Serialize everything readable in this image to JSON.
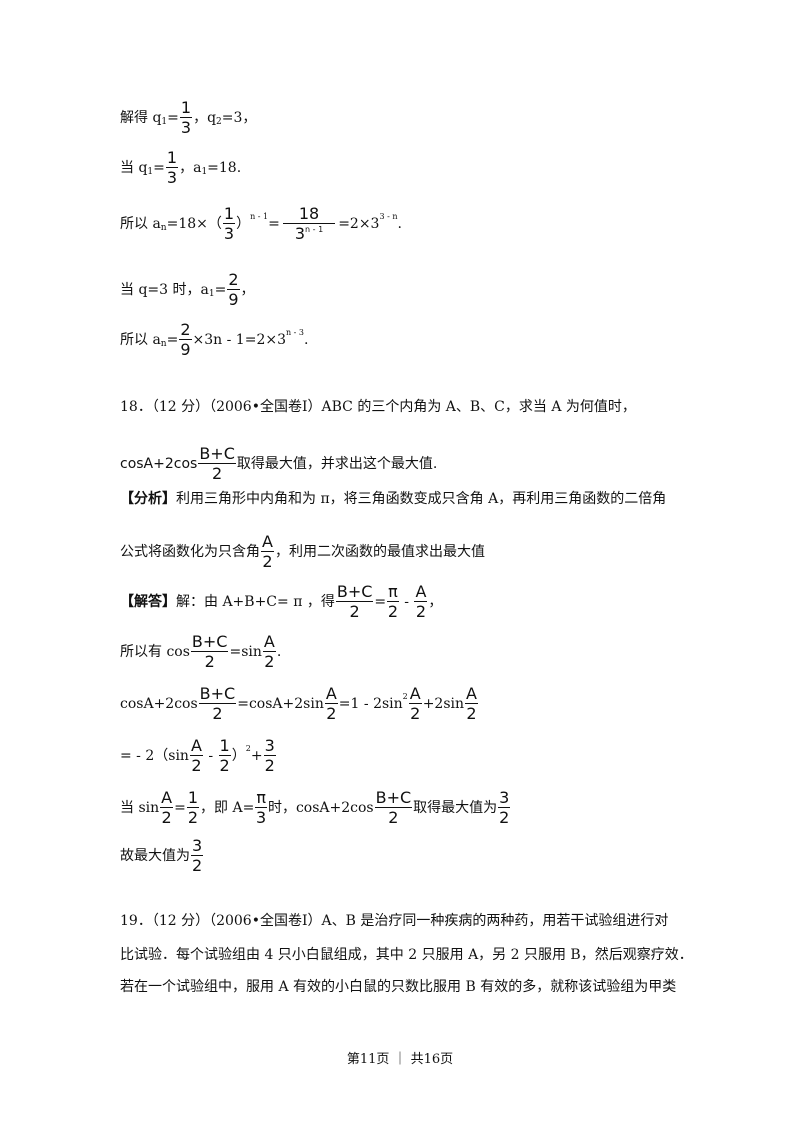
{
  "l1": {
    "a": "解得 q",
    "s1": "1",
    "eq": "=",
    "fn": "1",
    "fd": "3",
    "b": "，q",
    "s2": "2",
    "c": "=3，"
  },
  "l2": {
    "a": "当 q",
    "s1": "1",
    "eq": "=",
    "fn": "1",
    "fd": "3",
    "b": "，a",
    "s2": "1",
    "c": "=18."
  },
  "l3": {
    "a": "所以 a",
    "s1": "n",
    "b": "=18×（",
    "fn": "1",
    "fd": "3",
    "c": "）",
    "e1": "n - 1",
    "eq": "=",
    "gn": "18",
    "gd": "3",
    "gde": "n - 1",
    "d": "=2×3",
    "e2": "3 - n",
    "end": "."
  },
  "l4": {
    "a": "当 q=3 时，a",
    "s1": "1",
    "eq": "=",
    "fn": "2",
    "fd": "9",
    "c": "，"
  },
  "l5": {
    "a": "所以 a",
    "s1": "n",
    "eq": "=",
    "fn": "2",
    "fd": "9",
    "b": "×3n - 1=2×3",
    "e1": "n - 3",
    "end": "."
  },
  "q18": {
    "line1": "18．（12 分）（2006•全国卷Ⅰ）ABC 的三个内角为 A、B、C，求当 A 为何值时，",
    "l2a": "cosA+2cos",
    "l2fn": "B+C",
    "l2fd": "2",
    "l2b": "取得最大值，并求出这个最大值.",
    "fx_tag": "【分析】",
    "fx_text": "利用三角形中内角和为 π，将三角函数变成只含角 A，再利用三角函数的二倍角",
    "fx2a": "公式将函数化为只含角",
    "fx2fn": "A",
    "fx2fd": "2",
    "fx2b": "，利用二次函数的最值求出最大值",
    "jd_tag": "【解答】",
    "jd_a": "解：由 A+B+C= π ，得",
    "jd_f1n": "B+C",
    "jd_f1d": "2",
    "jd_eq": "=",
    "jd_f2n": "π",
    "jd_f2d": "2",
    "jd_minus": " - ",
    "jd_f3n": "A",
    "jd_f3d": "2",
    "jd_end": "，",
    "s1a": "所以有 cos",
    "s1f1n": "B+C",
    "s1f1d": "2",
    "s1eq": "=sin",
    "s1f2n": "A",
    "s1f2d": "2",
    "s1end": ".",
    "s2a": "cosA+2cos",
    "s2f1n": "B+C",
    "s2f1d": "2",
    "s2b": "=cosA+2sin",
    "s2f2n": "A",
    "s2f2d": "2",
    "s2c": "=1 - 2sin",
    "s2sup": "2",
    "s2f3n": "A",
    "s2f3d": "2",
    "s2d": "+2sin",
    "s2f4n": "A",
    "s2f4d": "2",
    "s3a": "= - 2（sin",
    "s3f1n": "A",
    "s3f1d": "2",
    "s3m": " - ",
    "s3f2n": "1",
    "s3f2d": "2",
    "s3b": "）",
    "s3sup": "2",
    "s3plus": "+",
    "s3f3n": "3",
    "s3f3d": "2",
    "s4a": "当 sin",
    "s4f1n": "A",
    "s4f1d": "2",
    "s4eq": "=",
    "s4f2n": "1",
    "s4f2d": "2",
    "s4b": "，即 A=",
    "s4f3n": "π",
    "s4f3d": "3",
    "s4c": "时，cosA+2cos",
    "s4f4n": "B+C",
    "s4f4d": "2",
    "s4d": "取得最大值为",
    "s4f5n": "3",
    "s4f5d": "2",
    "s5a": "故最大值为",
    "s5fn": "3",
    "s5fd": "2"
  },
  "q19": {
    "line1": "19．（12 分）（2006•全国卷Ⅰ）A、B 是治疗同一种疾病的两种药，用若干试验组进行对",
    "line2": "比试验．每个试验组由 4 只小白鼠组成，其中 2 只服用 A，另 2 只服用 B，然后观察疗效．",
    "line3": "若在一个试验组中，服用 A 有效的小白鼠的只数比服用 B 有效的多，就称该试验组为甲类"
  },
  "footer": "第11页 ｜ 共16页"
}
